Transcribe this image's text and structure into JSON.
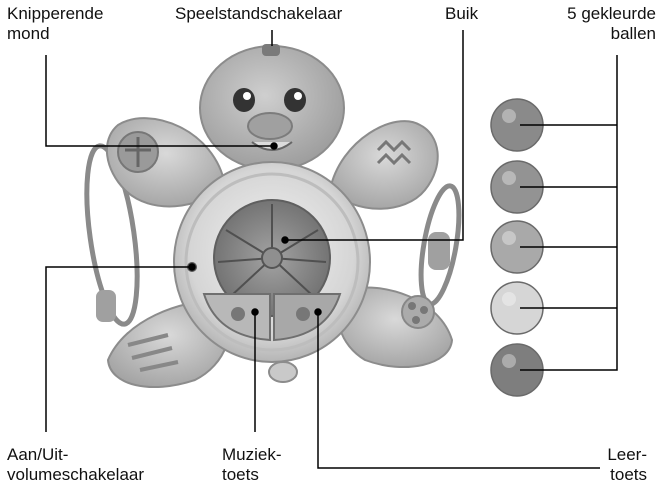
{
  "labels": {
    "mouth": [
      "Knipperende",
      "mond"
    ],
    "mode_switch": "Speelstandschakelaar",
    "belly": "Buik",
    "balls": [
      "5 gekleurde",
      "ballen"
    ],
    "power_volume": [
      "Aan/Uit-",
      "volumeschakelaar"
    ],
    "music_button": [
      "Muziek-",
      "toets"
    ],
    "learn_button": [
      "Leer-",
      "toets"
    ]
  },
  "balls": {
    "count": 5,
    "colors": [
      "#8a8a8a",
      "#939393",
      "#a9a9a9",
      "#d6d6d6",
      "#7e7e7e"
    ]
  },
  "colors": {
    "toy_light": "#dcdcdc",
    "toy_mid": "#b5b5b5",
    "toy_dark": "#8c8c8c",
    "line": "#000000"
  }
}
